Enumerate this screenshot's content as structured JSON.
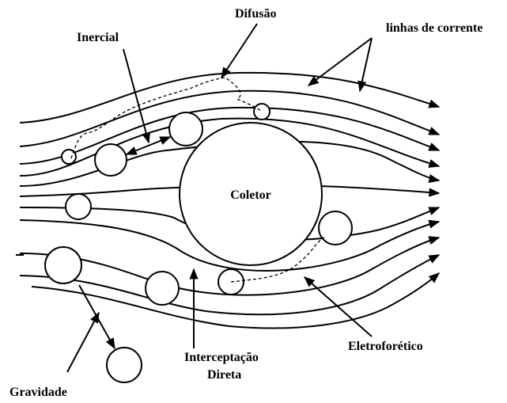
{
  "diagram": {
    "labels": {
      "difusao": "Difusão",
      "inercial": "Inercial",
      "linhas": "linhas de corrente",
      "coletor": "Coletor",
      "interceptacao_1": "Interceptação",
      "interceptacao_2": "Direta",
      "eletroforetico": "Eletroforético",
      "gravidade": "Gravidade"
    }
  }
}
